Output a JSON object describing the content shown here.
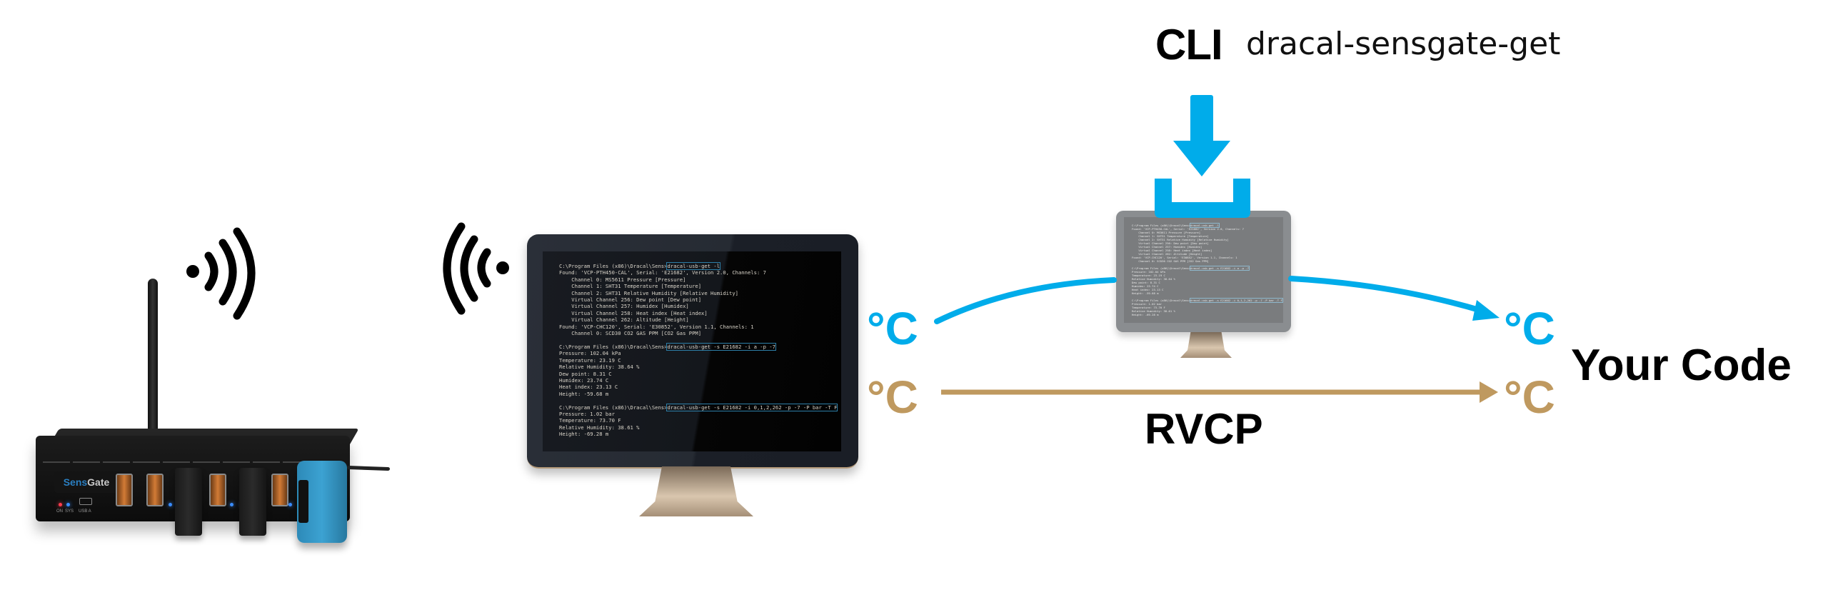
{
  "diagram": {
    "device": {
      "name": "SensGate",
      "brand_prefix": "Sens",
      "brand_suffix": "Gate",
      "led_labels": [
        "ON",
        "SYS"
      ],
      "port_label": "USB A"
    },
    "wireless_icons": [
      "wifi-signal-right",
      "wifi-signal-left"
    ],
    "terminal": {
      "lines": [
        {
          "prompt": "C:\\Program Files (x86)\\Dracal\\Sens>",
          "cmd": "dracal-usb-get -l"
        },
        {
          "text": "Found: 'VCP-PTH450-CAL', Serial: 'E21682', Version 2.0, Channels: 7"
        },
        {
          "text": "    Channel 0: MS5611 Pressure [Pressure]"
        },
        {
          "text": "    Channel 1: SHT31 Temperature [Temperature]"
        },
        {
          "text": "    Channel 2: SHT31 Relative Humidity [Relative Humidity]"
        },
        {
          "text": "    Virtual Channel 256: Dew point [Dew point]"
        },
        {
          "text": "    Virtual Channel 257: Humidex [Humidex]"
        },
        {
          "text": "    Virtual Channel 258: Heat index [Heat index]"
        },
        {
          "text": "    Virtual Channel 262: Altitude [Height]"
        },
        {
          "text": "Found: 'VCP-CHC120', Serial: 'E30852', Version 1.1, Channels: 1"
        },
        {
          "text": "    Channel 0: SCD30 CO2 GAS PPM [CO2 Gas PPM]"
        },
        {
          "text": ""
        },
        {
          "prompt": "C:\\Program Files (x86)\\Dracal\\Sens>",
          "cmd": "dracal-usb-get -s E21682 -i a -p -7"
        },
        {
          "text": "Pressure: 102.04 kPa"
        },
        {
          "text": "Temperature: 23.19 C"
        },
        {
          "text": "Relative Humidity: 38.64 %"
        },
        {
          "text": "Dew point: 8.31 C"
        },
        {
          "text": "Humidex: 23.74 C"
        },
        {
          "text": "Heat index: 23.13 C"
        },
        {
          "text": "Height: -59.68 m"
        },
        {
          "text": ""
        },
        {
          "prompt": "C:\\Program Files (x86)\\Dracal\\Sens>",
          "cmd": "dracal-usb-get -s E21682 -i 0,1,2,262 -p -7 -P bar -T F"
        },
        {
          "text": "Pressure: 1.02 bar"
        },
        {
          "text": "Temperature: 73.70 F"
        },
        {
          "text": "Relative Humidity: 38.61 %"
        },
        {
          "text": "Height: -69.28 m"
        }
      ]
    },
    "cli": {
      "title": "CLI",
      "command": "dracal-sensgate-get",
      "icon": "download-icon"
    },
    "flows": [
      {
        "name": "cli-flow",
        "label": "CLI",
        "unit": "°C",
        "color": "#00acea"
      },
      {
        "name": "rvcp-flow",
        "label": "RVCP",
        "unit": "°C",
        "color": "#bf995f"
      }
    ],
    "degree_symbol": "°C",
    "rvcp_label": "RVCP",
    "destination": "Your Code"
  }
}
